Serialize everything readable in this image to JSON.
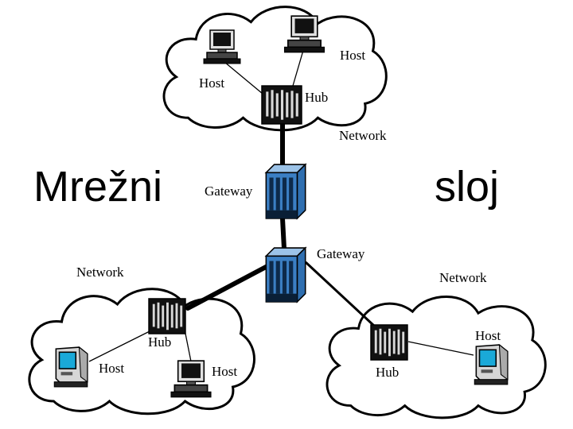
{
  "title": {
    "left_word": "Mrežni",
    "right_word": "sloj"
  },
  "labels": {
    "host": "Host",
    "hub": "Hub",
    "network": "Network",
    "gateway": "Gateway"
  },
  "colors": {
    "line": "#000000",
    "cloud_fill": "#ffffff",
    "gateway_body": "#3b7fc4",
    "gateway_dark": "#1a3f6a",
    "hub_body": "#111111",
    "screen": "#1aa9d8"
  },
  "icons": {
    "cloud": "cloud-shape",
    "host": "desktop-computer-icon",
    "hub": "hub-rack-icon",
    "gateway": "gateway-router-icon"
  }
}
